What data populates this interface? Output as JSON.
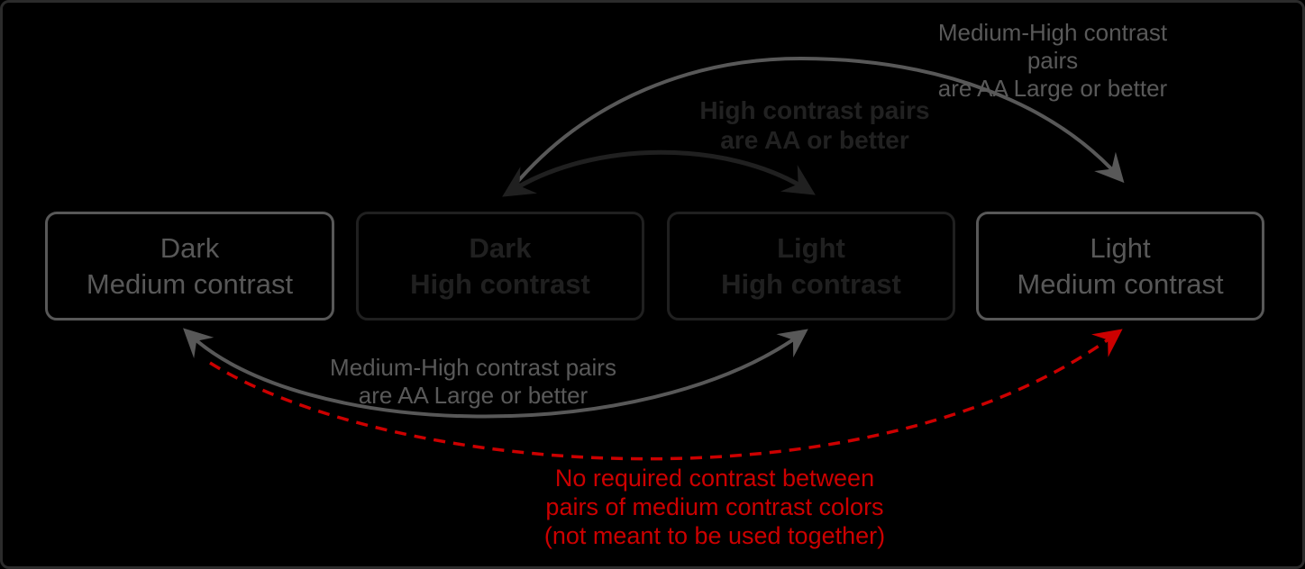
{
  "diagram": {
    "description": "Contrast relationship diagram between four color scheme variants",
    "colors": {
      "background": "#000000",
      "frame_border": "#2b2b2b",
      "medium_contrast_gray": "#585858",
      "label_gray": "#595959",
      "high_contrast_dark": "#202020",
      "no_contrast_red": "#cc0000"
    },
    "boxes": [
      {
        "id": "dark-medium-contrast",
        "line1": "Dark",
        "line2": "Medium contrast",
        "emphasis": "medium"
      },
      {
        "id": "dark-high-contrast",
        "line1": "Dark",
        "line2": "High contrast",
        "emphasis": "high"
      },
      {
        "id": "light-high-contrast",
        "line1": "Light",
        "line2": "High contrast",
        "emphasis": "high"
      },
      {
        "id": "light-medium-contrast",
        "line1": "Light",
        "line2": "Medium contrast",
        "emphasis": "medium"
      }
    ],
    "arrow_labels": {
      "top_right": "Medium-High contrast pairs\nare AA Large or better",
      "middle": "High contrast pairs\nare AA or better",
      "bottom_left": "Medium-High contrast pairs\nare AA Large or better",
      "no_contrast": "No required contrast between\npairs of medium contrast colors\n(not meant to be used together)"
    },
    "arrows": [
      {
        "id": "top-medium-high-arc",
        "from": "dark-high-contrast",
        "to": "light-medium-contrast",
        "style": "solid gray, arrowhead at right end"
      },
      {
        "id": "middle-high-contrast-arc",
        "from": "dark-high-contrast",
        "to": "light-high-contrast",
        "style": "solid dark, arrowheads both ends"
      },
      {
        "id": "bottom-medium-high-arc",
        "from": "dark-medium-contrast",
        "to": "light-high-contrast",
        "style": "solid gray, arrowheads both ends"
      },
      {
        "id": "no-contrast-arc",
        "from": "dark-medium-contrast",
        "to": "light-medium-contrast",
        "style": "dashed red, arrowhead at right end"
      }
    ]
  }
}
